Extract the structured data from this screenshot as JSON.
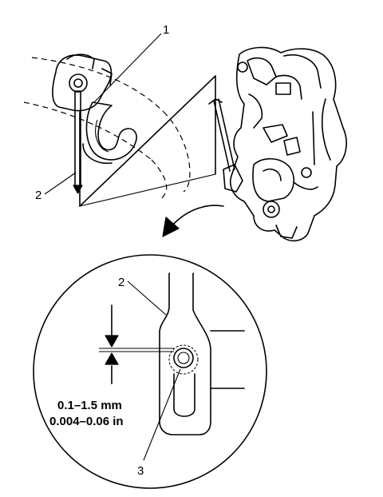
{
  "callouts": {
    "top_part": "1",
    "top_rod": "2",
    "detail_rod": "2",
    "detail_pin": "3"
  },
  "clearance": {
    "metric": "0.1–1.5 mm",
    "imperial": "0.004–0.06 in"
  }
}
